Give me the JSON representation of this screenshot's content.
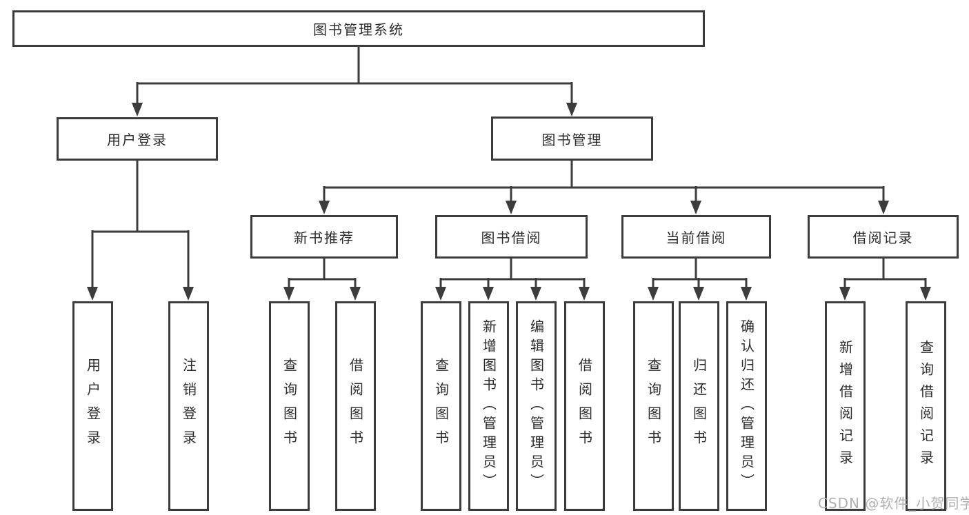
{
  "diagram": {
    "title": "图书管理系统",
    "level2": [
      {
        "label": "用户登录"
      },
      {
        "label": "图书管理"
      }
    ],
    "level3": [
      {
        "label": "新书推荐"
      },
      {
        "label": "图书借阅"
      },
      {
        "label": "当前借阅"
      },
      {
        "label": "借阅记录"
      }
    ],
    "leaves": [
      {
        "label": "用户登录"
      },
      {
        "label": "注销登录"
      },
      {
        "label": "查询图书"
      },
      {
        "label": "借阅图书"
      },
      {
        "label": "查询图书"
      },
      {
        "label": "新增图书（管理员）"
      },
      {
        "label": "编辑图书（管理员）"
      },
      {
        "label": "借阅图书"
      },
      {
        "label": "查询图书"
      },
      {
        "label": "归还图书"
      },
      {
        "label": "确认归还（管理员）"
      },
      {
        "label": "新增借阅记录"
      },
      {
        "label": "查询借阅记录"
      }
    ]
  },
  "watermark": "CSDN @软件_小贺同学",
  "colors": {
    "line": "#3c3c3c",
    "box_background": "#ffffff",
    "text": "#2b2b2b",
    "watermark_text": "#b0b0b0"
  }
}
